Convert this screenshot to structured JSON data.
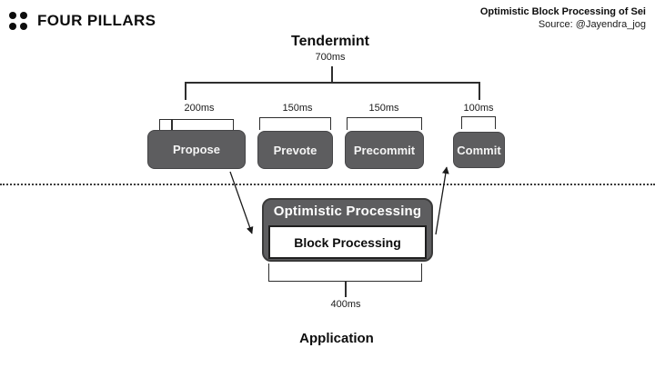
{
  "header": {
    "logo_text": "FOUR PILLARS",
    "title": "Optimistic Block Processing of Sei",
    "source": "Source: @Jayendra_jog"
  },
  "diagram": {
    "tendermint_label": "Tendermint",
    "total_time": "700ms",
    "phases": [
      {
        "label": "Propose",
        "time": "200ms"
      },
      {
        "label": "Prevote",
        "time": "150ms"
      },
      {
        "label": "Precommit",
        "time": "150ms"
      },
      {
        "label": "Commit",
        "time": "100ms"
      }
    ],
    "optimistic": {
      "title": "Optimistic Processing",
      "inner_label": "Block Processing",
      "time": "400ms"
    },
    "application_label": "Application"
  },
  "colors": {
    "box_fill": "#5d5d5f",
    "box_text": "#f5f5f5",
    "line": "#2e2e2e",
    "background": "#ffffff"
  }
}
